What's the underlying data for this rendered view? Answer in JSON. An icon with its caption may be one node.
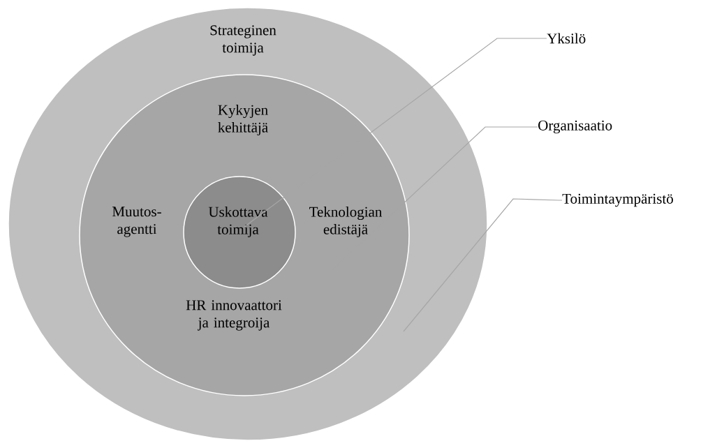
{
  "diagram": {
    "nodes": [
      {
        "text": [
          "Strateginen toimija"
        ]
      },
      {
        "text": [
          "Kykyjen kehittäjä",
          "Muutos-agentti",
          "Teknologian edistäjä",
          "HR innovaattori ja integroija"
        ],
        "in": 0
      },
      {
        "text": [
          "Uskottava toimija"
        ],
        "in": 1
      },
      {
        "text": [
          "Yksilö"
        ]
      },
      {
        "text": [
          "Organisaatio"
        ]
      },
      {
        "text": [
          "Toimintaympäristö"
        ]
      }
    ],
    "edges": [
      {
        "from": 3,
        "to": 2,
        "arrow": "none"
      },
      {
        "from": 4,
        "to": 1,
        "arrow": "none"
      },
      {
        "from": 5,
        "to": 0,
        "arrow": "none"
      }
    ]
  }
}
